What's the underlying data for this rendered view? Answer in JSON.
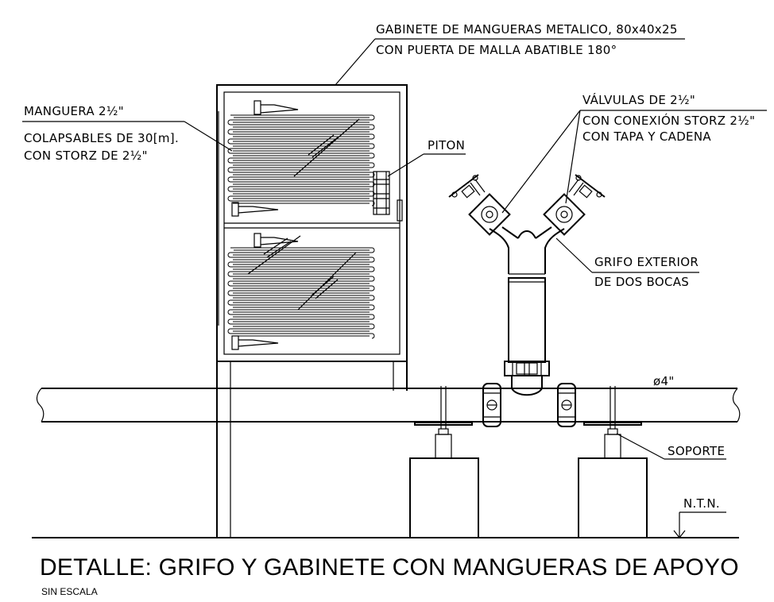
{
  "labels": {
    "cabinet_line1": "GABINETE DE MANGUERAS METALICO, 80x40x25",
    "cabinet_line2": "CON PUERTA DE MALLA ABATIBLE 180°",
    "hose_line1": "MANGUERA 2½\"",
    "hose_line2": "COLAPSABLES DE 30[m].",
    "hose_line3": "CON STORZ DE 2½\"",
    "piton": "PITON",
    "valve_line1": "VÁLVULAS DE 2½\"",
    "valve_line2": "CON CONEXIÓN STORZ 2½\"",
    "valve_line3": "CON TAPA Y CADENA",
    "grifo_line1": "GRIFO EXTERIOR",
    "grifo_line2": "DE DOS BOCAS",
    "pipe_diameter": "ø4\"",
    "support": "SOPORTE",
    "ntn": "N.T.N."
  },
  "title": "DETALLE: GRIFO Y GABINETE CON MANGUERAS DE APOYO",
  "subtitle": "SIN ESCALA"
}
